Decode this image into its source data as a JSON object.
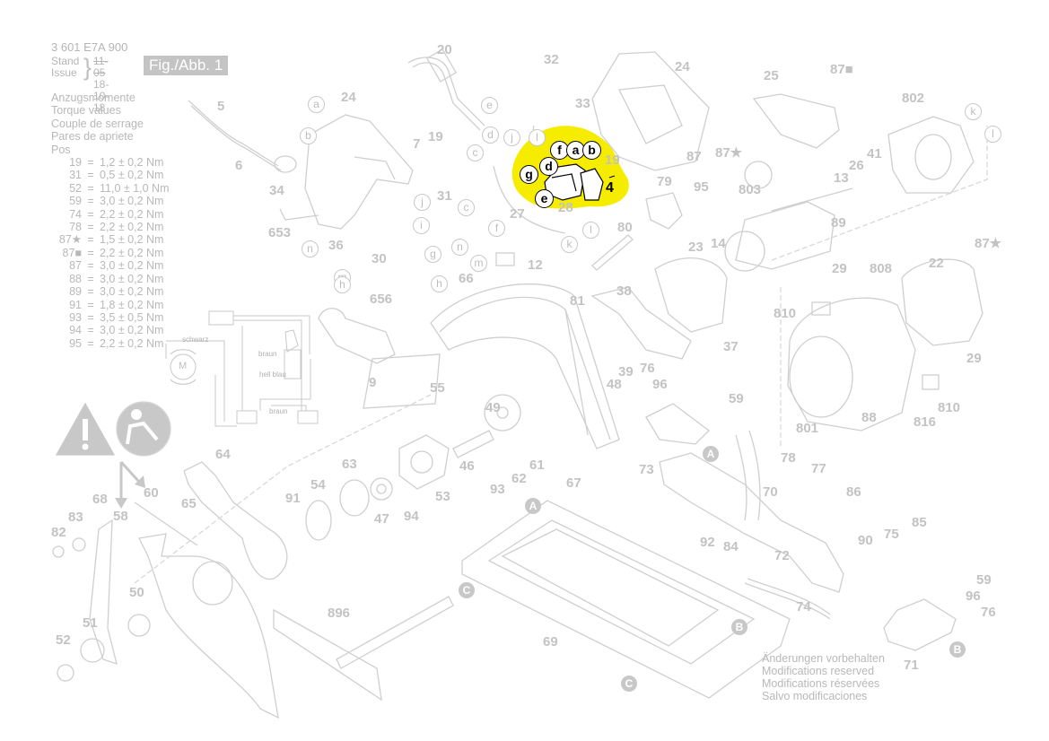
{
  "header": {
    "part_code": "3 601 E7A 900",
    "stand_label": "Stand",
    "issue_label": "Issue",
    "old_date": "11-05",
    "issue_date": "18-10-18",
    "figure_label": "Fig./Abb. 1"
  },
  "torque": {
    "titles": [
      "Anzugsmomente",
      "Torque values",
      "Couple de serrage",
      "Pares de apriete",
      "Pos"
    ],
    "rows": [
      {
        "pos": "19",
        "eq": "=",
        "value": "1,2 ± 0,2 Nm"
      },
      {
        "pos": "31",
        "eq": "=",
        "value": "0,5 ± 0,2 Nm"
      },
      {
        "pos": "52",
        "eq": "=",
        "value": "11,0 ± 1,0 Nm"
      },
      {
        "pos": "59",
        "eq": "=",
        "value": "3,0 ± 0,2 Nm"
      },
      {
        "pos": "74",
        "eq": "=",
        "value": "2,2 ± 0,2 Nm"
      },
      {
        "pos": "78",
        "eq": "=",
        "value": "2,2 ± 0,2 Nm"
      },
      {
        "pos": "87★",
        "eq": "=",
        "value": "1,5 ± 0,2 Nm"
      },
      {
        "pos": "87■",
        "eq": "=",
        "value": "2,2 ± 0,2 Nm"
      },
      {
        "pos": "87",
        "eq": "=",
        "value": "3,0 ± 0,2 Nm"
      },
      {
        "pos": "88",
        "eq": "=",
        "value": "3,0 ± 0,2 Nm"
      },
      {
        "pos": "89",
        "eq": "=",
        "value": "3,0 ± 0,2 Nm"
      },
      {
        "pos": "91",
        "eq": "=",
        "value": "1,8 ± 0,2 Nm"
      },
      {
        "pos": "93",
        "eq": "=",
        "value": "3,5 ± 0,5 Nm"
      },
      {
        "pos": "94",
        "eq": "=",
        "value": "3,0 ± 0,2 Nm"
      },
      {
        "pos": "95",
        "eq": "=",
        "value": "2,2 ± 0,2 Nm"
      }
    ]
  },
  "wiring": {
    "labels": [
      "schwarz",
      "braun",
      "hell blau",
      "braun"
    ],
    "motor_symbol": "M"
  },
  "highlight": {
    "part_number": "4",
    "color": "#f5ec00",
    "connector_letters": [
      "f",
      "a",
      "b",
      "d",
      "g",
      "e"
    ]
  },
  "part_numbers": [
    "20",
    "32",
    "33",
    "24",
    "25",
    "87■",
    "5",
    "24",
    "19",
    "7",
    "87",
    "87★",
    "802",
    "6",
    "34",
    "13",
    "26",
    "41",
    "31",
    "19",
    "27",
    "28",
    "79",
    "95",
    "803",
    "653",
    "36",
    "30",
    "80",
    "12",
    "89",
    "14",
    "22",
    "87★",
    "656",
    "66",
    "81",
    "38",
    "23",
    "29",
    "808",
    "37",
    "810",
    "9",
    "55",
    "39",
    "76",
    "96",
    "59",
    "48",
    "49",
    "46",
    "61",
    "62",
    "67",
    "93",
    "73",
    "801",
    "88",
    "816",
    "810",
    "29",
    "64",
    "63",
    "53",
    "54",
    "47",
    "94",
    "91",
    "65",
    "68",
    "60",
    "58",
    "83",
    "82",
    "50",
    "51",
    "52",
    "896",
    "69",
    "78",
    "77",
    "70",
    "86",
    "92",
    "84",
    "72",
    "90",
    "75",
    "85",
    "74",
    "59",
    "96",
    "76",
    "71"
  ],
  "reference_markers": [
    "A",
    "A",
    "B",
    "B",
    "C",
    "C"
  ],
  "connector_letters_grey": [
    "a",
    "b",
    "e",
    "d",
    "c",
    "j",
    "i",
    "c",
    "n",
    "f",
    "m",
    "g",
    "h",
    "n",
    "m",
    "h",
    "j",
    "l",
    "k",
    "l",
    "k",
    "l"
  ],
  "footer": {
    "lines": [
      "Änderungen vorbehalten",
      "Modifications reserved",
      "Modifications réservées",
      "Salvo modificaciones"
    ]
  }
}
